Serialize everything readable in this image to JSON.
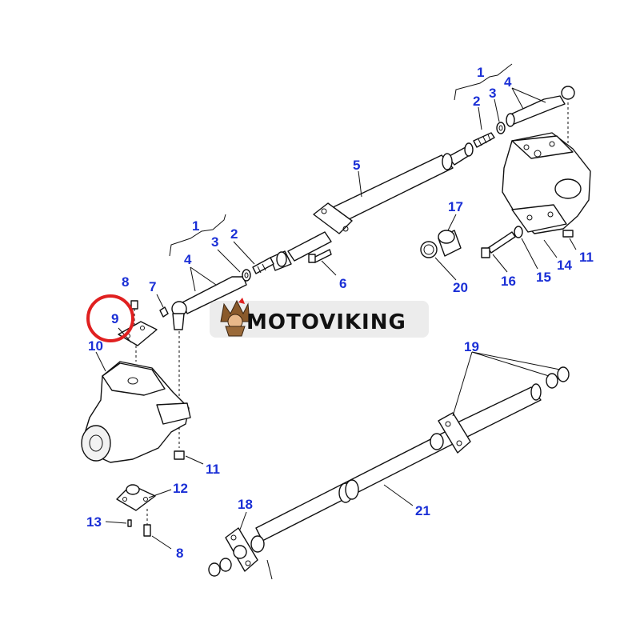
{
  "colors": {
    "callout": "#1a2fd6",
    "highlight": "#e02020",
    "line": "#111111",
    "brand_text": "#111111",
    "brand_bg": "#ececec"
  },
  "brand": {
    "name": "MOTOVIKING",
    "mascot_icon": "viking-mascot-icon"
  },
  "callouts": [
    {
      "id": "c1a",
      "label": "1"
    },
    {
      "id": "c2a",
      "label": "2"
    },
    {
      "id": "c3a",
      "label": "3"
    },
    {
      "id": "c4a",
      "label": "4"
    },
    {
      "id": "c5",
      "label": "5"
    },
    {
      "id": "c17",
      "label": "17"
    },
    {
      "id": "c11a",
      "label": "11"
    },
    {
      "id": "c14",
      "label": "14"
    },
    {
      "id": "c15",
      "label": "15"
    },
    {
      "id": "c16",
      "label": "16"
    },
    {
      "id": "c20",
      "label": "20"
    },
    {
      "id": "c1b",
      "label": "1"
    },
    {
      "id": "c2b",
      "label": "2"
    },
    {
      "id": "c3b",
      "label": "3"
    },
    {
      "id": "c4b",
      "label": "4"
    },
    {
      "id": "c6",
      "label": "6"
    },
    {
      "id": "c7",
      "label": "7"
    },
    {
      "id": "c8a",
      "label": "8"
    },
    {
      "id": "c9",
      "label": "9"
    },
    {
      "id": "c10",
      "label": "10"
    },
    {
      "id": "c11b",
      "label": "11"
    },
    {
      "id": "c12",
      "label": "12"
    },
    {
      "id": "c13",
      "label": "13"
    },
    {
      "id": "c8b",
      "label": "8"
    },
    {
      "id": "c18",
      "label": "18"
    },
    {
      "id": "c19",
      "label": "19"
    },
    {
      "id": "c21",
      "label": "21"
    }
  ],
  "highlighted_callout": "9"
}
